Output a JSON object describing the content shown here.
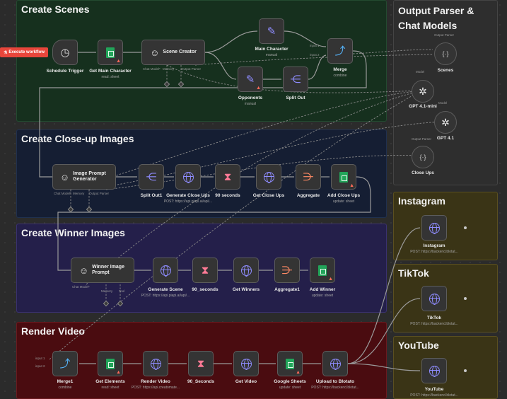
{
  "toolbar": {
    "execute_label": "Execute workflow"
  },
  "groups": {
    "scenes": "Create Scenes",
    "closeup": "Create Close-up Images",
    "winner": "Create Winner Images",
    "render": "Render Video",
    "parser": "Output Parser & Chat Models",
    "instagram": "Instagram",
    "tiktok": "TikTok",
    "youtube": "YouTube"
  },
  "nodes": {
    "schedule": {
      "label": "Schedule Trigger"
    },
    "get_main": {
      "label": "Get Main Character",
      "sub": "read: sheet"
    },
    "scene_creator": {
      "label": "Scene Creator",
      "p1": "Chat Model*",
      "p2": "Memory",
      "p3": "Output Parser"
    },
    "main_char": {
      "label": "Main Character",
      "sub": "manual"
    },
    "opponents": {
      "label": "Opponents",
      "sub": "manual"
    },
    "split_out": {
      "label": "Split Out"
    },
    "merge": {
      "label": "Merge",
      "sub": "combine",
      "in1": "input 1",
      "in2": "input 2"
    },
    "scenes_parser": {
      "label": "Scenes",
      "port": "Output Parser"
    },
    "gpt41mini": {
      "label": "GPT 4.1-mini",
      "port": "Model"
    },
    "gpt41": {
      "label": "GPT 4.1",
      "port": "Model"
    },
    "closeups_parser": {
      "label": "Close Ups",
      "port": "Output Parser"
    },
    "img_prompt": {
      "label": "Image Prompt Generator",
      "p1": "Chat Model*",
      "p2": "Memory",
      "p3": "Output Parser"
    },
    "split_out1": {
      "label": "Split Out1"
    },
    "gen_closeups": {
      "label": "Generate Close Ups",
      "sub": "POST: https://api.piapi.ai/api/..."
    },
    "wait90": {
      "label": "90 seconds"
    },
    "get_closeups": {
      "label": "Get Close Ups"
    },
    "aggregate": {
      "label": "Aggregate"
    },
    "add_closeups": {
      "label": "Add Close Ups",
      "sub": "update: sheet"
    },
    "winner_prompt": {
      "label": "Winner Image Prompt",
      "p1": "Chat Model*",
      "p2": "Memory",
      "p3": "Tool"
    },
    "gen_scene": {
      "label": "Generate Scene",
      "sub": "POST: https://api.piapi.ai/api/..."
    },
    "wait90b": {
      "label": "90_seconds"
    },
    "get_winners": {
      "label": "Get Winners"
    },
    "aggregate1": {
      "label": "Aggregate1"
    },
    "add_winner": {
      "label": "Add Winner",
      "sub": "update: sheet"
    },
    "merge1": {
      "label": "Merge1",
      "sub": "combine",
      "in1": "input 1",
      "in2": "input 2"
    },
    "get_elements": {
      "label": "Get Elements",
      "sub": "read: sheet"
    },
    "render": {
      "label": "Render Video",
      "sub": "POST: https://api.creatomate..."
    },
    "wait90c": {
      "label": "90_Seconds"
    },
    "get_video": {
      "label": "Get Video"
    },
    "gsheets": {
      "label": "Google Sheets",
      "sub": "update: sheet"
    },
    "upload": {
      "label": "Upload to Blotato",
      "sub": "POST: https://backend.blotat..."
    },
    "instagram": {
      "label": "Instagram",
      "sub": "POST: https://backend.blotat..."
    },
    "tiktok": {
      "label": "TikTok",
      "sub": "POST: https://backend.blotat..."
    },
    "youtube": {
      "label": "YouTube",
      "sub": "POST: https://backend.blotat..."
    }
  },
  "colors": {
    "accent": "#8f8cff",
    "execute": "#e8463b",
    "sheet": "#22a55a",
    "warn": "#ff6a5a"
  }
}
